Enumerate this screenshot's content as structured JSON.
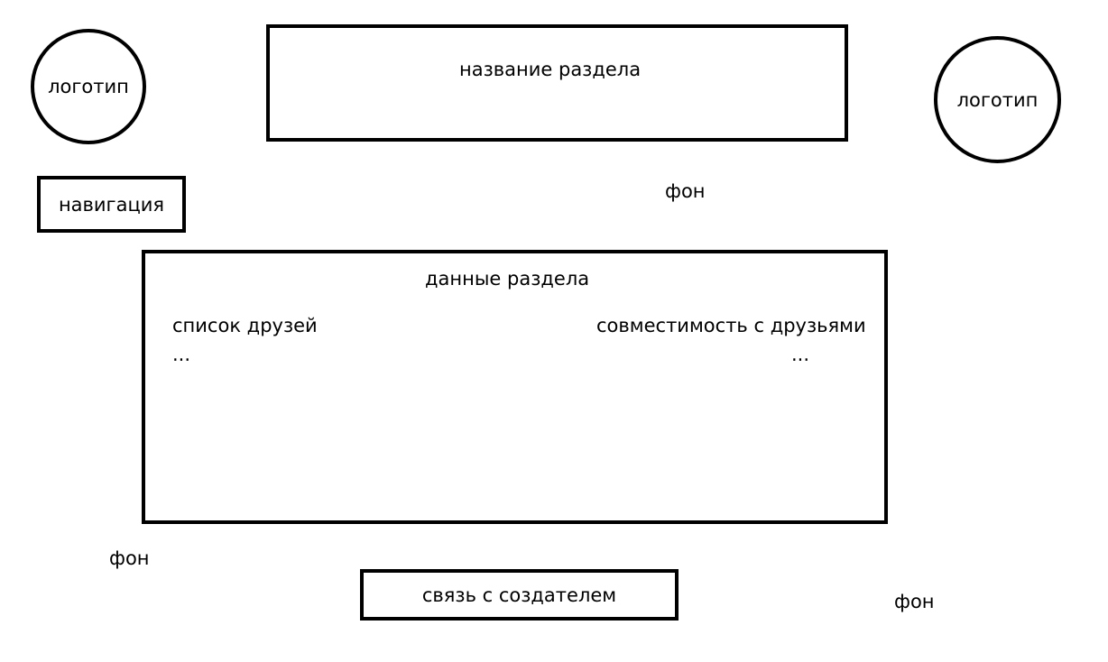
{
  "logos": {
    "left": "логотип",
    "right": "логотип"
  },
  "header": {
    "section_title": "название раздела"
  },
  "navigation": {
    "label": "навигация"
  },
  "background_labels": [
    "фон",
    "фон",
    "фон"
  ],
  "main": {
    "title": "данные раздела",
    "friends_list": {
      "heading": "список друзей",
      "more": "..."
    },
    "compatibility": {
      "heading": "совместимость с друзьями",
      "more": "..."
    }
  },
  "footer": {
    "contact": "связь с создателем"
  }
}
